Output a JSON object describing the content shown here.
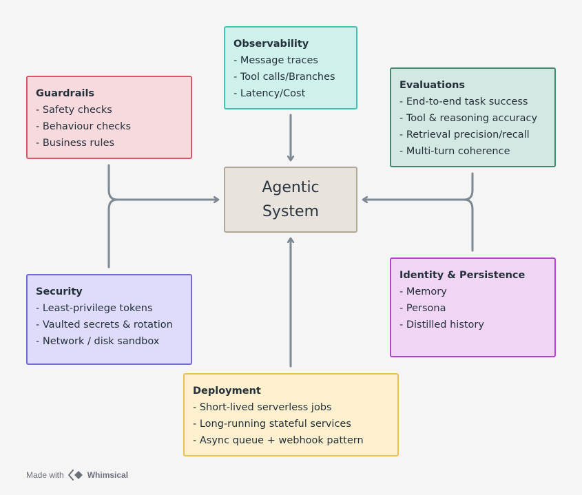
{
  "center": {
    "line1": "Agentic",
    "line2": "System"
  },
  "boxes": {
    "observability": {
      "title": "Observability",
      "items": [
        "- Message traces",
        "- Tool calls/Branches",
        "- Latency/Cost"
      ]
    },
    "guardrails": {
      "title": "Guardrails",
      "items": [
        "- Safety checks",
        "- Behaviour checks",
        "- Business rules"
      ]
    },
    "evaluations": {
      "title": "Evaluations",
      "items": [
        "- End-to-end task success",
        "- Tool & reasoning accuracy",
        "- Retrieval precision/recall",
        "- Multi-turn coherence"
      ]
    },
    "security": {
      "title": "Security",
      "items": [
        "- Least-privilege tokens",
        "- Vaulted secrets & rotation",
        "- Network / disk sandbox"
      ]
    },
    "identity": {
      "title": "Identity & Persistence",
      "items": [
        "- Memory",
        "- Persona",
        "- Distilled history"
      ]
    },
    "deployment": {
      "title": "Deployment",
      "items": [
        "- Short-lived serverless jobs",
        "- Long-running stateful services",
        "- Async queue + webhook pattern"
      ]
    }
  },
  "footer": {
    "made_with": "Made with",
    "brand": "Whimsical",
    "logo_icon": "whimsical-logo-icon"
  },
  "colors": {
    "connector": "#7d8893",
    "background": "#f5f5f6"
  }
}
